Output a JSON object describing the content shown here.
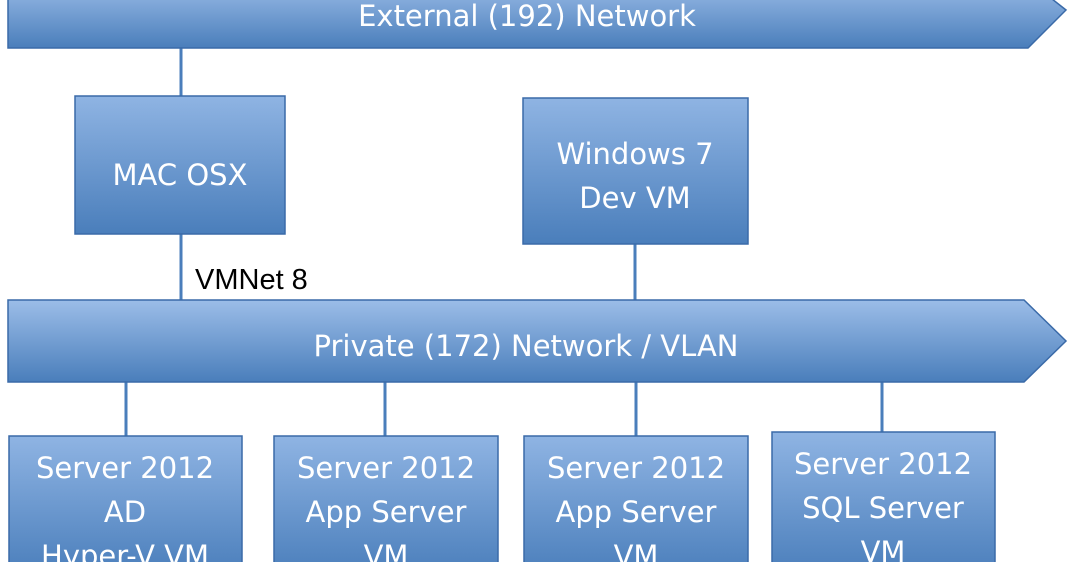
{
  "networks": {
    "external": {
      "label": "External (192) Network"
    },
    "private": {
      "label": "Private (172) Network / VLAN"
    }
  },
  "link_label": "VMNet 8",
  "hosts": {
    "mac": {
      "line1": "MAC OSX"
    },
    "win7": {
      "line1": "Windows 7",
      "line2": "Dev VM"
    }
  },
  "servers": [
    {
      "line1": "Server 2012",
      "line2": "AD",
      "line3": "Hyper-V VM"
    },
    {
      "line1": "Server 2012",
      "line2": "App Server",
      "line3": "VM"
    },
    {
      "line1": "Server 2012",
      "line2": "App Server",
      "line3": "VM"
    },
    {
      "line1": "Server 2012",
      "line2": "SQL Server",
      "line3": "VM"
    }
  ],
  "colors": {
    "fill_top": "#8fb4e3",
    "fill_bottom": "#4a7ebb",
    "stroke": "#3a6aa8",
    "line": "#4a7ebb"
  }
}
